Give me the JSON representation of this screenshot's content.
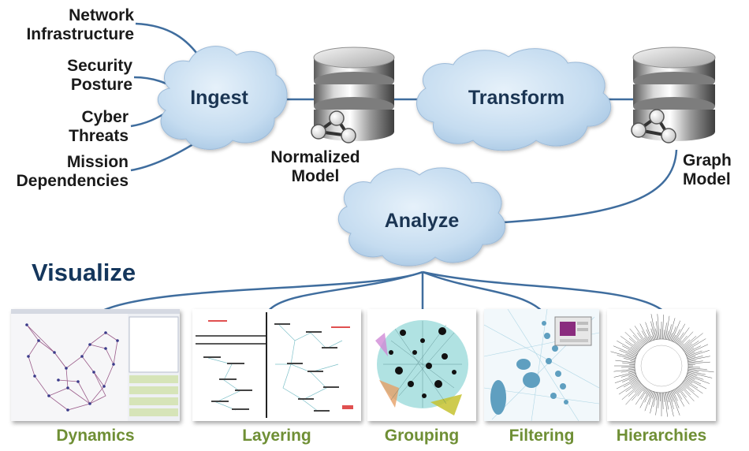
{
  "inputs": {
    "network": [
      "Network",
      "Infrastructure"
    ],
    "security": [
      "Security",
      "Posture"
    ],
    "threats": [
      "Cyber",
      "Threats"
    ],
    "mission": [
      "Mission",
      "Dependencies"
    ]
  },
  "clouds": {
    "ingest": "Ingest",
    "transform": "Transform",
    "analyze": "Analyze"
  },
  "databases": {
    "normalized": [
      "Normalized",
      "Model"
    ],
    "graph": [
      "Graph",
      "Model"
    ]
  },
  "visualize": {
    "title": "Visualize",
    "panels": [
      {
        "caption": "Dynamics"
      },
      {
        "caption": "Layering"
      },
      {
        "caption": "Grouping"
      },
      {
        "caption": "Filtering"
      },
      {
        "caption": "Hierarchies"
      }
    ]
  },
  "colors": {
    "connector": "#3f6d9e",
    "cloud_fill": "#c5dcf0",
    "cloud_label": "#1b3553",
    "visualize_title": "#14365c",
    "caption": "#6f8f35"
  }
}
